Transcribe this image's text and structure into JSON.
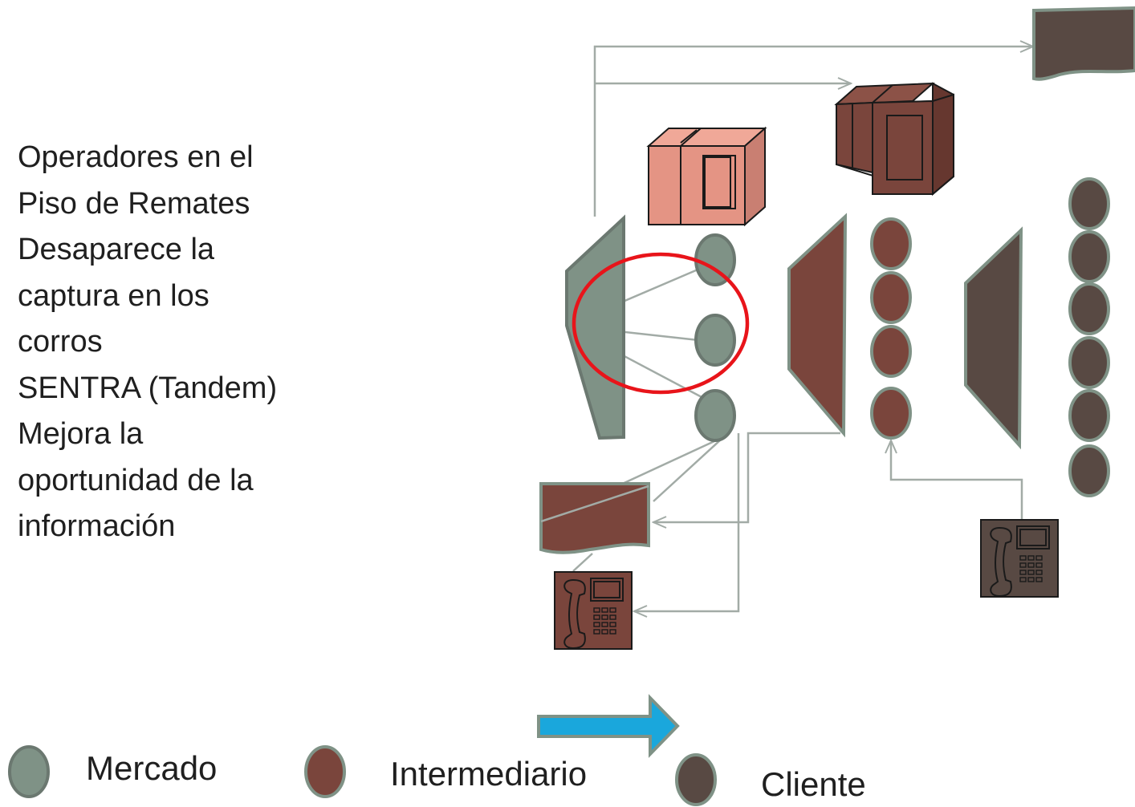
{
  "description_lines": [
    "Operadores en el",
    "Piso de Remates",
    "Desaparece la",
    "captura en los",
    "corros",
    "SENTRA  (Tandem)",
    "Mejora la",
    "oportunidad de la",
    "información"
  ],
  "legend": {
    "mercado": "Mercado",
    "intermediario": "Intermediario",
    "cliente": "Cliente"
  },
  "colors": {
    "mercado": "#7f9286",
    "intermediario": "#7a453c",
    "cliente": "#584943",
    "monitor_salmon": "#e49484",
    "monitor_brown": "#7a453c",
    "highlight_ring": "#e8141a",
    "flow_arrow": "#1aa7dc",
    "connector_line": "#a2aba6"
  },
  "icons": [
    "monitor-icon",
    "telephone-icon",
    "document-icon",
    "node-icon",
    "panel-icon",
    "flow-arrow-icon"
  ]
}
